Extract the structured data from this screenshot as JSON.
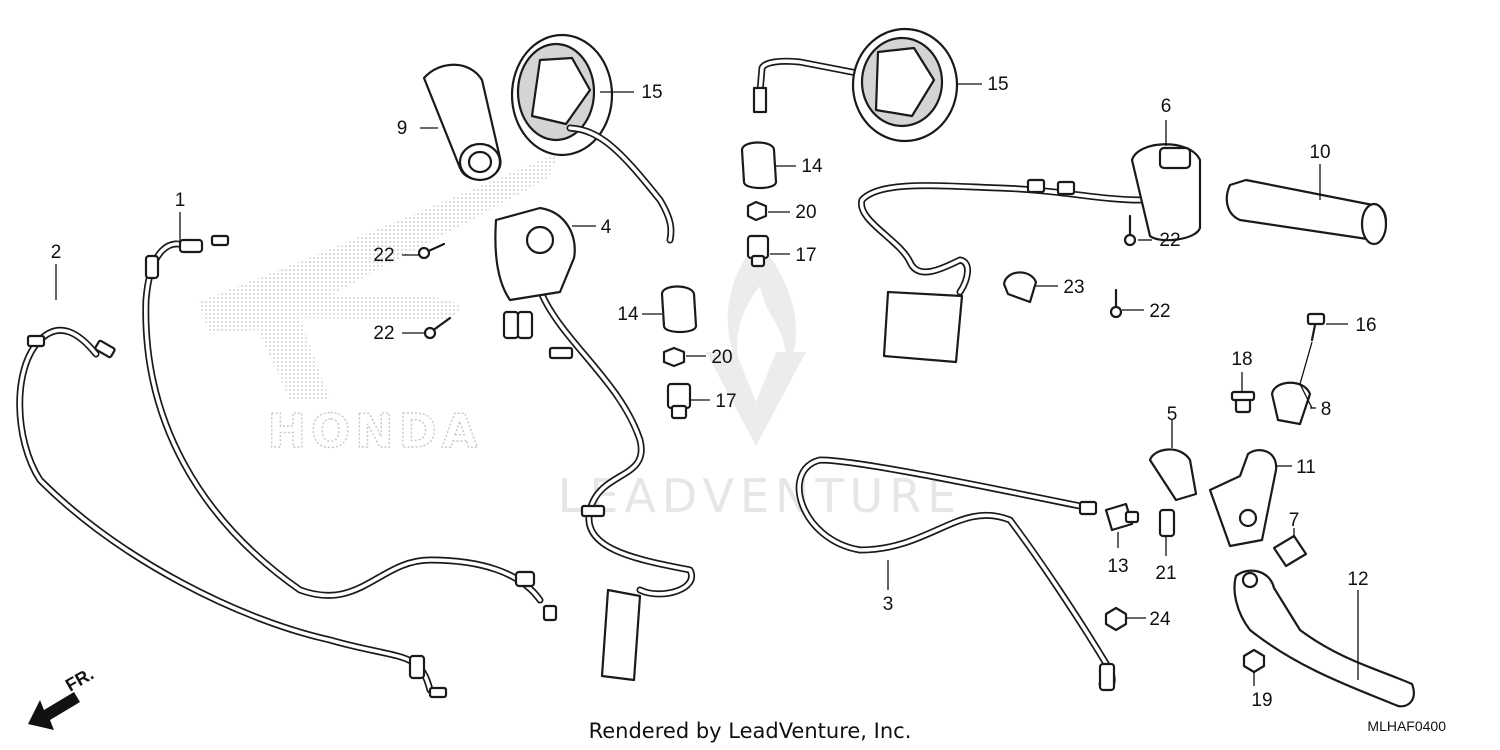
{
  "watermark": {
    "text": "LEADVENTURE"
  },
  "brand_logo": {
    "text": "HONDA"
  },
  "front_indicator": {
    "label": "FR."
  },
  "footer": {
    "rendered_by": "Rendered by LeadVenture, Inc.",
    "diagram_code": "MLHAF0400"
  },
  "callouts": [
    {
      "id": "c1",
      "label": "1"
    },
    {
      "id": "c2",
      "label": "2"
    },
    {
      "id": "c3",
      "label": "3"
    },
    {
      "id": "c4",
      "label": "4"
    },
    {
      "id": "c5",
      "label": "5"
    },
    {
      "id": "c6",
      "label": "6"
    },
    {
      "id": "c7",
      "label": "7"
    },
    {
      "id": "c8",
      "label": "8"
    },
    {
      "id": "c9",
      "label": "9"
    },
    {
      "id": "c10",
      "label": "10"
    },
    {
      "id": "c11",
      "label": "11"
    },
    {
      "id": "c12",
      "label": "12"
    },
    {
      "id": "c13",
      "label": "13"
    },
    {
      "id": "c14a",
      "label": "14"
    },
    {
      "id": "c14b",
      "label": "14"
    },
    {
      "id": "c15a",
      "label": "15"
    },
    {
      "id": "c15b",
      "label": "15"
    },
    {
      "id": "c16",
      "label": "16"
    },
    {
      "id": "c17a",
      "label": "17"
    },
    {
      "id": "c17b",
      "label": "17"
    },
    {
      "id": "c18",
      "label": "18"
    },
    {
      "id": "c19",
      "label": "19"
    },
    {
      "id": "c20a",
      "label": "20"
    },
    {
      "id": "c20b",
      "label": "20"
    },
    {
      "id": "c21",
      "label": "21"
    },
    {
      "id": "c22a",
      "label": "22"
    },
    {
      "id": "c22b",
      "label": "22"
    },
    {
      "id": "c22c",
      "label": "22"
    },
    {
      "id": "c22d",
      "label": "22"
    },
    {
      "id": "c23",
      "label": "23"
    },
    {
      "id": "c24",
      "label": "24"
    }
  ]
}
